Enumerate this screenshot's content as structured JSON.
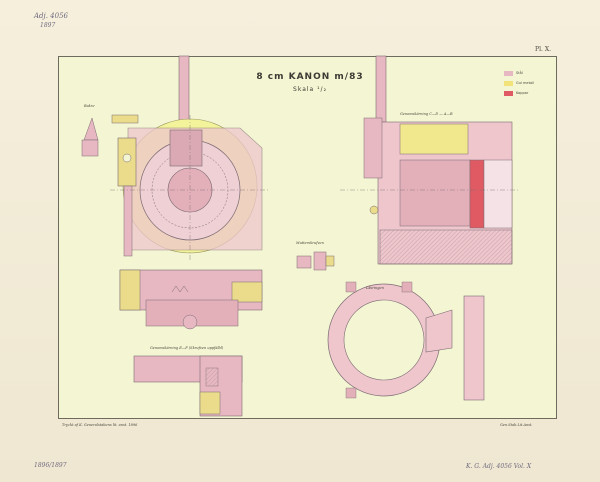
{
  "sheet": {
    "title": "8 cm KANON m/83",
    "scale": "Skala ¹/₂",
    "plate_number": "Pl. X.",
    "footer_left": "Tryckt af K. Generalstabens lit. anst. 1896",
    "footer_right": "Gen.Stab.Lit.Anst."
  },
  "annotations": {
    "top_left_1": "Adj. 4056",
    "top_left_2": "1897",
    "bottom_left": "1896/1897",
    "bottom_right": "K. G. Adj. 4056 Vol. X"
  },
  "legend": {
    "items": [
      {
        "label": "Stål",
        "color": "#e8b8c2"
      },
      {
        "label": "Gul metall",
        "color": "#f2e27a"
      },
      {
        "label": "Koppar",
        "color": "#e05a64"
      }
    ]
  },
  "view_labels": {
    "front": "Bakre",
    "section": "Genomskärning C—D — A—B",
    "piece": "Mutterskrufven",
    "ring": "Låsringen",
    "lower": "Genomskärning E—F (Skrufven uppfälld)"
  },
  "colors": {
    "steel": "#e8b8c2",
    "brass": "#f2e27a",
    "copper": "#e05a64",
    "line": "#7a6a72",
    "paper": "#f4f6d3"
  }
}
